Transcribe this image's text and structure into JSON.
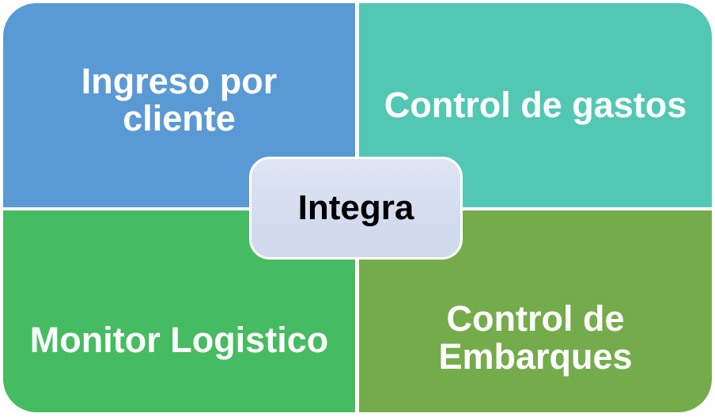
{
  "background_color": "#FFFFFF",
  "diagram": {
    "type": "quadrant-diagram",
    "center": {
      "label": "Integra",
      "fill_color": "#D5DDEE",
      "border_color": "#FFFFFF",
      "text_color": "#000000"
    },
    "label_text_color": "#FFFFFF",
    "quadrants": [
      {
        "id": "ingreso-por-cliente",
        "position": "top-left",
        "label": "Ingreso por cliente",
        "lines": [
          "Ingreso por",
          "cliente"
        ],
        "color": "#5A9AD4"
      },
      {
        "id": "control-de-gastos",
        "position": "top-right",
        "label": "Control de gastos",
        "lines": [
          "Control de gastos"
        ],
        "color": "#52C8B4"
      },
      {
        "id": "monitor-logistico",
        "position": "bottom-left",
        "label": "Monitor Logistico",
        "lines": [
          "Monitor Logistico"
        ],
        "color": "#45BC61"
      },
      {
        "id": "control-de-embarques",
        "position": "bottom-right",
        "label": "Control de Embarques",
        "lines": [
          "Control de",
          "Embarques"
        ],
        "color": "#74AC4B"
      }
    ]
  }
}
